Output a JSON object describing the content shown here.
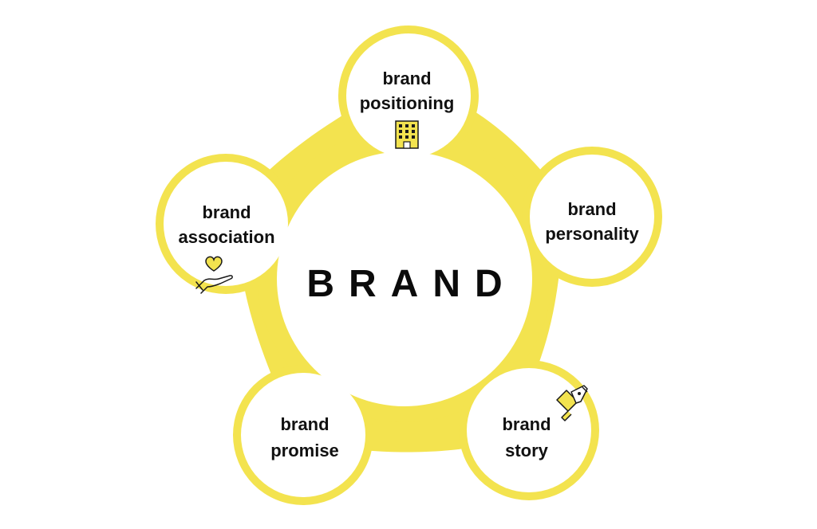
{
  "diagram": {
    "center_label": "BRAND",
    "accent_color": "#F3E34F",
    "outline_color": "#1a1a1a",
    "nodes": [
      {
        "id": "positioning",
        "line1": "brand",
        "line2": "positioning",
        "icon": "building-icon"
      },
      {
        "id": "personality",
        "line1": "brand",
        "line2": "personality",
        "icon": ""
      },
      {
        "id": "story",
        "line1": "brand",
        "line2": "story",
        "icon": "pen-scroll-icon"
      },
      {
        "id": "promise",
        "line1": "brand",
        "line2": "promise",
        "icon": ""
      },
      {
        "id": "association",
        "line1": "brand",
        "line2": "association",
        "icon": "heart-hand-icon"
      }
    ]
  }
}
